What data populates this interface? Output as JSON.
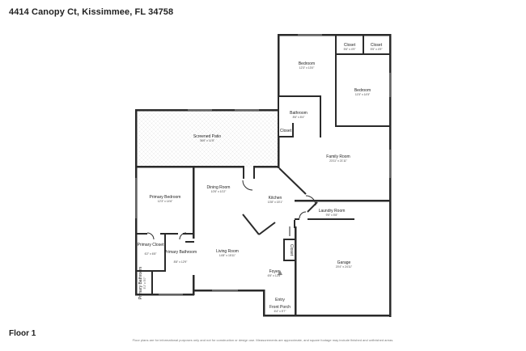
{
  "header": {
    "address": "4414 Canopy Ct, Kissimmee, FL 34758"
  },
  "footer": {
    "floor_label": "Floor 1",
    "disclaimer": "Floor plans are for informational purposes only and not for construction or design use. Measurements are approximate, and square footage may include finished and unfinished areas."
  },
  "rooms": {
    "closet_a": {
      "name": "Closet",
      "dims": "5'6\" x 4'9\""
    },
    "closet_b": {
      "name": "Closet",
      "dims": "5'5\" x 4'9\""
    },
    "bedroom_a": {
      "name": "Bedroom",
      "dims": "12'3\" x 13'0\""
    },
    "bedroom_b": {
      "name": "Bedroom",
      "dims": "11'5\" x 14'5\""
    },
    "bathroom": {
      "name": "Bathroom",
      "dims": "8'6\" x 8'4\""
    },
    "closet_c": {
      "name": "Closet"
    },
    "screened_patio": {
      "name": "Screened Patio",
      "dims": "36'6\" x 11'8\""
    },
    "family_room": {
      "name": "Family Room",
      "dims": "23'11\" x 21'11\""
    },
    "primary_bedroom": {
      "name": "Primary Bedroom",
      "dims": "12'3\" x 14'6\""
    },
    "dining_room": {
      "name": "Dining Room",
      "dims": "10'5\" x 10'2\""
    },
    "kitchen": {
      "name": "Kitchen",
      "dims": "13'8\" x 15'1\""
    },
    "laundry_room": {
      "name": "Laundry Room",
      "dims": "9'5\" x 5'8\""
    },
    "primary_closet": {
      "name": "Primary Closet",
      "dims": "6'2\" x 6'8\""
    },
    "primary_bathroom": {
      "name": "Primary Bathroom",
      "dims": "8'8\" x 12'9\""
    },
    "closet_d": {
      "name": "Closet"
    },
    "living_room": {
      "name": "Living Room",
      "dims": "14'8\" x 15'11\""
    },
    "garage": {
      "name": "Garage",
      "dims": "20'4\" x 24'11\""
    },
    "primary_bath_small": {
      "name": "Primary Bathroom",
      "dims": "5'1\" x 5'0\""
    },
    "foyer": {
      "name": "Foyer",
      "dims": "6'5\" x 12'5\""
    },
    "entry": {
      "name": "Entry"
    },
    "front_porch": {
      "name": "Front Porch",
      "dims": "6'4\" x 5'7\""
    }
  }
}
